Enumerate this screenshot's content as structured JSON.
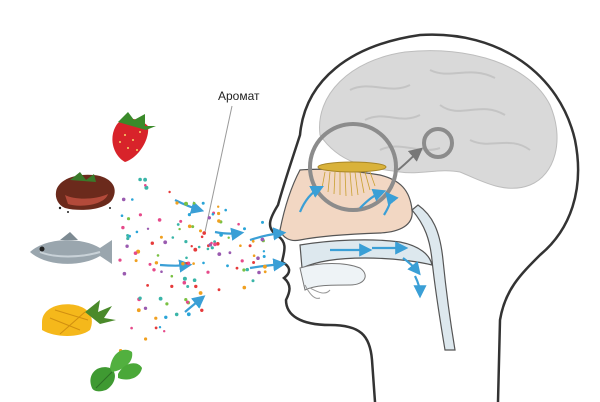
{
  "annotation": {
    "aroma_label": "Аромат"
  },
  "foods": [
    {
      "name": "strawberry"
    },
    {
      "name": "steak"
    },
    {
      "name": "fish"
    },
    {
      "name": "pineapple"
    },
    {
      "name": "basil"
    }
  ],
  "colors": {
    "skull_outline": "#333333",
    "brain_fill": "#d9d9d9",
    "nasal_cavity": "#f2d7c3",
    "throat": "#dde8ee",
    "airflow_arrow": "#3a9fd6",
    "olfactory_bulb": "#d9b23a",
    "magnifier_ring": "#8c8c8c",
    "dot_palette": [
      "#e64a8a",
      "#f0a020",
      "#2aa5d8",
      "#7ac143",
      "#9a5bb0",
      "#e63a3a",
      "#3ab5a8"
    ]
  }
}
